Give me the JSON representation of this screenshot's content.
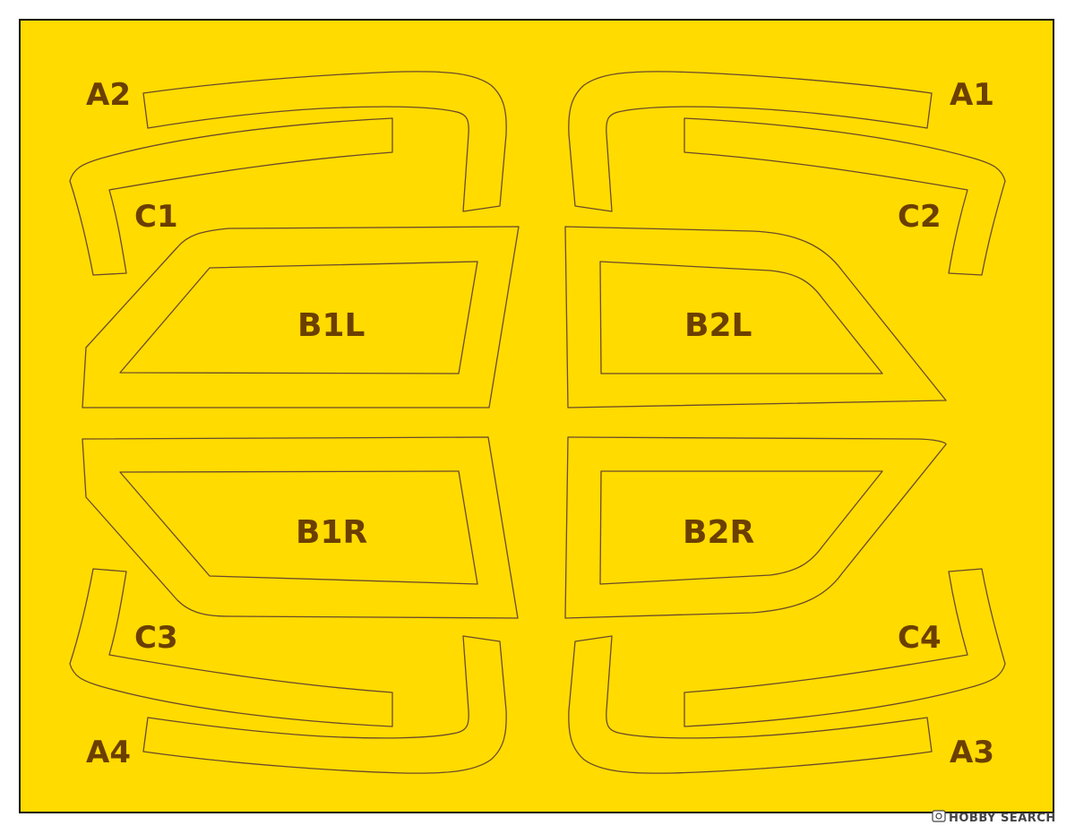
{
  "sheet": {
    "background_color": "#FFDB00",
    "outline_color": "#6B4A2A",
    "label_color": "#6B3F00"
  },
  "parts": {
    "A1": "A1",
    "A2": "A2",
    "A3": "A3",
    "A4": "A4",
    "B1L": "B1L",
    "B2L": "B2L",
    "B1R": "B1R",
    "B2R": "B2R",
    "C1": "C1",
    "C2": "C2",
    "C3": "C3",
    "C4": "C4"
  },
  "watermark": {
    "icon": "camera-icon",
    "text": "HOBBY SEARCH"
  }
}
